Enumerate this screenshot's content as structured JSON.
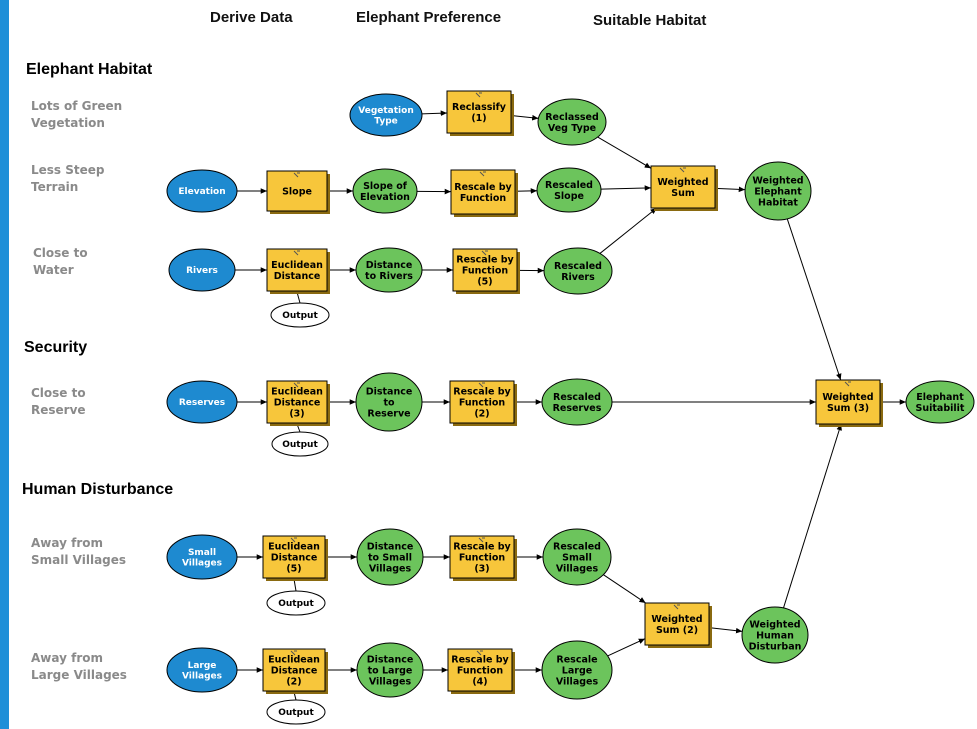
{
  "columns": [
    {
      "id": "col-derive",
      "label": "Derive Data"
    },
    {
      "id": "col-pref",
      "label": "Elephant Preference"
    },
    {
      "id": "col-suit",
      "label": "Suitable Habitat"
    }
  ],
  "sections": [
    {
      "id": "habitat",
      "title": "Elephant Habitat"
    },
    {
      "id": "security",
      "title": "Security"
    },
    {
      "id": "human",
      "title": "Human Disturbance"
    }
  ],
  "criteria": [
    {
      "id": "veg",
      "text": "Lots of Green\nVegetation"
    },
    {
      "id": "slope",
      "text": "Less Steep\nTerrain"
    },
    {
      "id": "water",
      "text": "Close to\nWater"
    },
    {
      "id": "reserve",
      "text": "Close to\nReserve"
    },
    {
      "id": "small",
      "text": "Away from\nSmall Villages"
    },
    {
      "id": "large",
      "text": "Away from\nLarge Villages"
    }
  ],
  "nodes": [
    {
      "id": "veg-type",
      "kind": "input",
      "lines": [
        "Vegetation",
        "Type"
      ]
    },
    {
      "id": "reclassify1",
      "kind": "tool",
      "lines": [
        "Reclassify",
        "(1)"
      ]
    },
    {
      "id": "reclassed-veg",
      "kind": "output",
      "lines": [
        "Reclassed",
        "Veg Type"
      ]
    },
    {
      "id": "elevation",
      "kind": "input",
      "lines": [
        "Elevation"
      ]
    },
    {
      "id": "slope-tool",
      "kind": "tool",
      "lines": [
        "Slope"
      ]
    },
    {
      "id": "slope-of-elev",
      "kind": "output",
      "lines": [
        "Slope of",
        "Elevation"
      ]
    },
    {
      "id": "rescale-fn",
      "kind": "tool",
      "lines": [
        "Rescale by",
        "Function"
      ]
    },
    {
      "id": "rescaled-slope",
      "kind": "output",
      "lines": [
        "Rescaled",
        "Slope"
      ]
    },
    {
      "id": "weighted-sum",
      "kind": "tool",
      "lines": [
        "Weighted",
        "Sum"
      ]
    },
    {
      "id": "weighted-habitat",
      "kind": "output",
      "lines": [
        "Weighted",
        "Elephant",
        "Habitat"
      ]
    },
    {
      "id": "rivers",
      "kind": "input",
      "lines": [
        "Rivers"
      ]
    },
    {
      "id": "euc-dist",
      "kind": "tool",
      "lines": [
        "Euclidean",
        "Distance"
      ]
    },
    {
      "id": "dist-rivers",
      "kind": "output",
      "lines": [
        "Distance",
        "to Rivers"
      ]
    },
    {
      "id": "rescale-fn5",
      "kind": "tool",
      "lines": [
        "Rescale by",
        "Function",
        "(5)"
      ]
    },
    {
      "id": "rescaled-rivers",
      "kind": "output",
      "lines": [
        "Rescaled",
        "Rivers"
      ]
    },
    {
      "id": "output-1",
      "kind": "aux",
      "lines": [
        "Output"
      ]
    },
    {
      "id": "reserves",
      "kind": "input",
      "lines": [
        "Reserves"
      ]
    },
    {
      "id": "euc-dist3",
      "kind": "tool",
      "lines": [
        "Euclidean",
        "Distance",
        "(3)"
      ]
    },
    {
      "id": "dist-reserve",
      "kind": "output",
      "lines": [
        "Distance",
        "to",
        "Reserve"
      ]
    },
    {
      "id": "rescale-fn2",
      "kind": "tool",
      "lines": [
        "Rescale by",
        "Function",
        "(2)"
      ]
    },
    {
      "id": "rescaled-reserves",
      "kind": "output",
      "lines": [
        "Rescaled",
        "Reserves"
      ]
    },
    {
      "id": "output-2",
      "kind": "aux",
      "lines": [
        "Output"
      ]
    },
    {
      "id": "weighted-sum3",
      "kind": "tool",
      "lines": [
        "Weighted",
        "Sum (3)"
      ]
    },
    {
      "id": "elephant-suit",
      "kind": "output",
      "lines": [
        "Elephant",
        "Suitabilit"
      ]
    },
    {
      "id": "small-villages",
      "kind": "input",
      "lines": [
        "Small",
        "Villages"
      ]
    },
    {
      "id": "euc-dist5",
      "kind": "tool",
      "lines": [
        "Euclidean",
        "Distance",
        "(5)"
      ]
    },
    {
      "id": "dist-small",
      "kind": "output",
      "lines": [
        "Distance",
        "to Small",
        "Villages"
      ]
    },
    {
      "id": "rescale-fn3",
      "kind": "tool",
      "lines": [
        "Rescale by",
        "Function",
        "(3)"
      ]
    },
    {
      "id": "rescaled-small",
      "kind": "output",
      "lines": [
        "Rescaled",
        "Small",
        "Villages"
      ]
    },
    {
      "id": "output-3",
      "kind": "aux",
      "lines": [
        "Output"
      ]
    },
    {
      "id": "weighted-sum2",
      "kind": "tool",
      "lines": [
        "Weighted",
        "Sum (2)"
      ]
    },
    {
      "id": "weighted-human",
      "kind": "output",
      "lines": [
        "Weighted",
        "Human",
        "Disturban"
      ]
    },
    {
      "id": "large-villages",
      "kind": "input",
      "lines": [
        "Large",
        "Villages"
      ]
    },
    {
      "id": "euc-dist2",
      "kind": "tool",
      "lines": [
        "Euclidean",
        "Distance",
        "(2)"
      ]
    },
    {
      "id": "dist-large",
      "kind": "output",
      "lines": [
        "Distance",
        "to Large",
        "Villages"
      ]
    },
    {
      "id": "rescale-fn4",
      "kind": "tool",
      "lines": [
        "Rescale by",
        "Function",
        "(4)"
      ]
    },
    {
      "id": "rescale-large",
      "kind": "output",
      "lines": [
        "Rescale",
        "Large",
        "Villages"
      ]
    },
    {
      "id": "output-4",
      "kind": "aux",
      "lines": [
        "Output"
      ]
    }
  ],
  "edges": [
    [
      "veg-type",
      "reclassify1"
    ],
    [
      "reclassify1",
      "reclassed-veg"
    ],
    [
      "reclassed-veg",
      "weighted-sum"
    ],
    [
      "elevation",
      "slope-tool"
    ],
    [
      "slope-tool",
      "slope-of-elev"
    ],
    [
      "slope-of-elev",
      "rescale-fn"
    ],
    [
      "rescale-fn",
      "rescaled-slope"
    ],
    [
      "rescaled-slope",
      "weighted-sum"
    ],
    [
      "weighted-sum",
      "weighted-habitat"
    ],
    [
      "rivers",
      "euc-dist"
    ],
    [
      "euc-dist",
      "dist-rivers"
    ],
    [
      "dist-rivers",
      "rescale-fn5"
    ],
    [
      "rescale-fn5",
      "rescaled-rivers"
    ],
    [
      "rescaled-rivers",
      "weighted-sum"
    ],
    [
      "weighted-habitat",
      "weighted-sum3"
    ],
    [
      "reserves",
      "euc-dist3"
    ],
    [
      "euc-dist3",
      "dist-reserve"
    ],
    [
      "dist-reserve",
      "rescale-fn2"
    ],
    [
      "rescale-fn2",
      "rescaled-reserves"
    ],
    [
      "rescaled-reserves",
      "weighted-sum3"
    ],
    [
      "weighted-sum3",
      "elephant-suit"
    ],
    [
      "small-villages",
      "euc-dist5"
    ],
    [
      "euc-dist5",
      "dist-small"
    ],
    [
      "dist-small",
      "rescale-fn3"
    ],
    [
      "rescale-fn3",
      "rescaled-small"
    ],
    [
      "rescaled-small",
      "weighted-sum2"
    ],
    [
      "large-villages",
      "euc-dist2"
    ],
    [
      "euc-dist2",
      "dist-large"
    ],
    [
      "dist-large",
      "rescale-fn4"
    ],
    [
      "rescale-fn4",
      "rescale-large"
    ],
    [
      "rescale-large",
      "weighted-sum2"
    ],
    [
      "weighted-sum2",
      "weighted-human"
    ],
    [
      "weighted-human",
      "weighted-sum3"
    ]
  ],
  "aux_links": [
    [
      "euc-dist",
      "output-1"
    ],
    [
      "euc-dist3",
      "output-2"
    ],
    [
      "euc-dist5",
      "output-3"
    ],
    [
      "euc-dist2",
      "output-4"
    ]
  ],
  "colors": {
    "input_fill": "#1e8ad0",
    "tool_fill": "#f7c63b",
    "output_fill": "#6cc45c",
    "aux_fill": "#ffffff",
    "stroke": "#000000",
    "tool_shadow": "#8a6a10",
    "criteria_text": "#8a8a8a",
    "left_strip": "#1e8fd8"
  }
}
